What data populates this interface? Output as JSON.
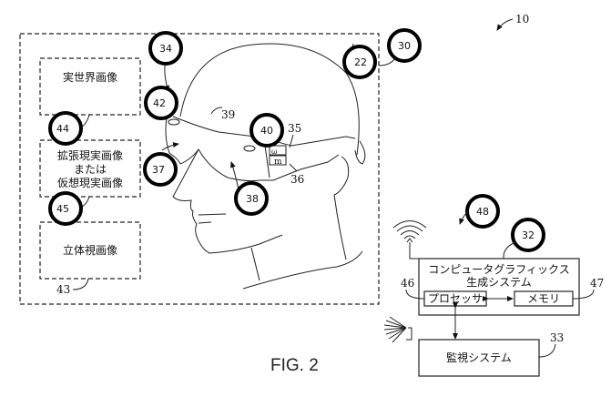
{
  "figure": {
    "caption": "FIG. 2",
    "reference_numeral": "10"
  },
  "display_panel": {
    "boxes": [
      {
        "label": "実世界画像",
        "ref": "44"
      },
      {
        "label_lines": [
          "拡張現実画像",
          "または",
          "仮想現実画像"
        ],
        "ref": "45"
      },
      {
        "label": "立体視画像",
        "ref": "43"
      }
    ],
    "outer_ref": "30"
  },
  "head_labels": {
    "goggles": "22",
    "frame_top": "34",
    "eye_sensor": "42",
    "arrow_view": "37",
    "lens": "38",
    "strap": "39",
    "inner_sensor": "40",
    "module_top": "35",
    "module_bottom": "36",
    "module_top_text": "ω",
    "module_bottom_text": "m"
  },
  "computer": {
    "title_line1": "コンピュータグラフィックス",
    "title_line2": "生成システム",
    "ref": "32",
    "processor": {
      "label": "プロセッサ",
      "ref": "46"
    },
    "memory": {
      "label": "メモリ",
      "ref": "47"
    }
  },
  "monitoring": {
    "label": "監視システム",
    "ref": "33"
  },
  "wireless_ref": "48"
}
